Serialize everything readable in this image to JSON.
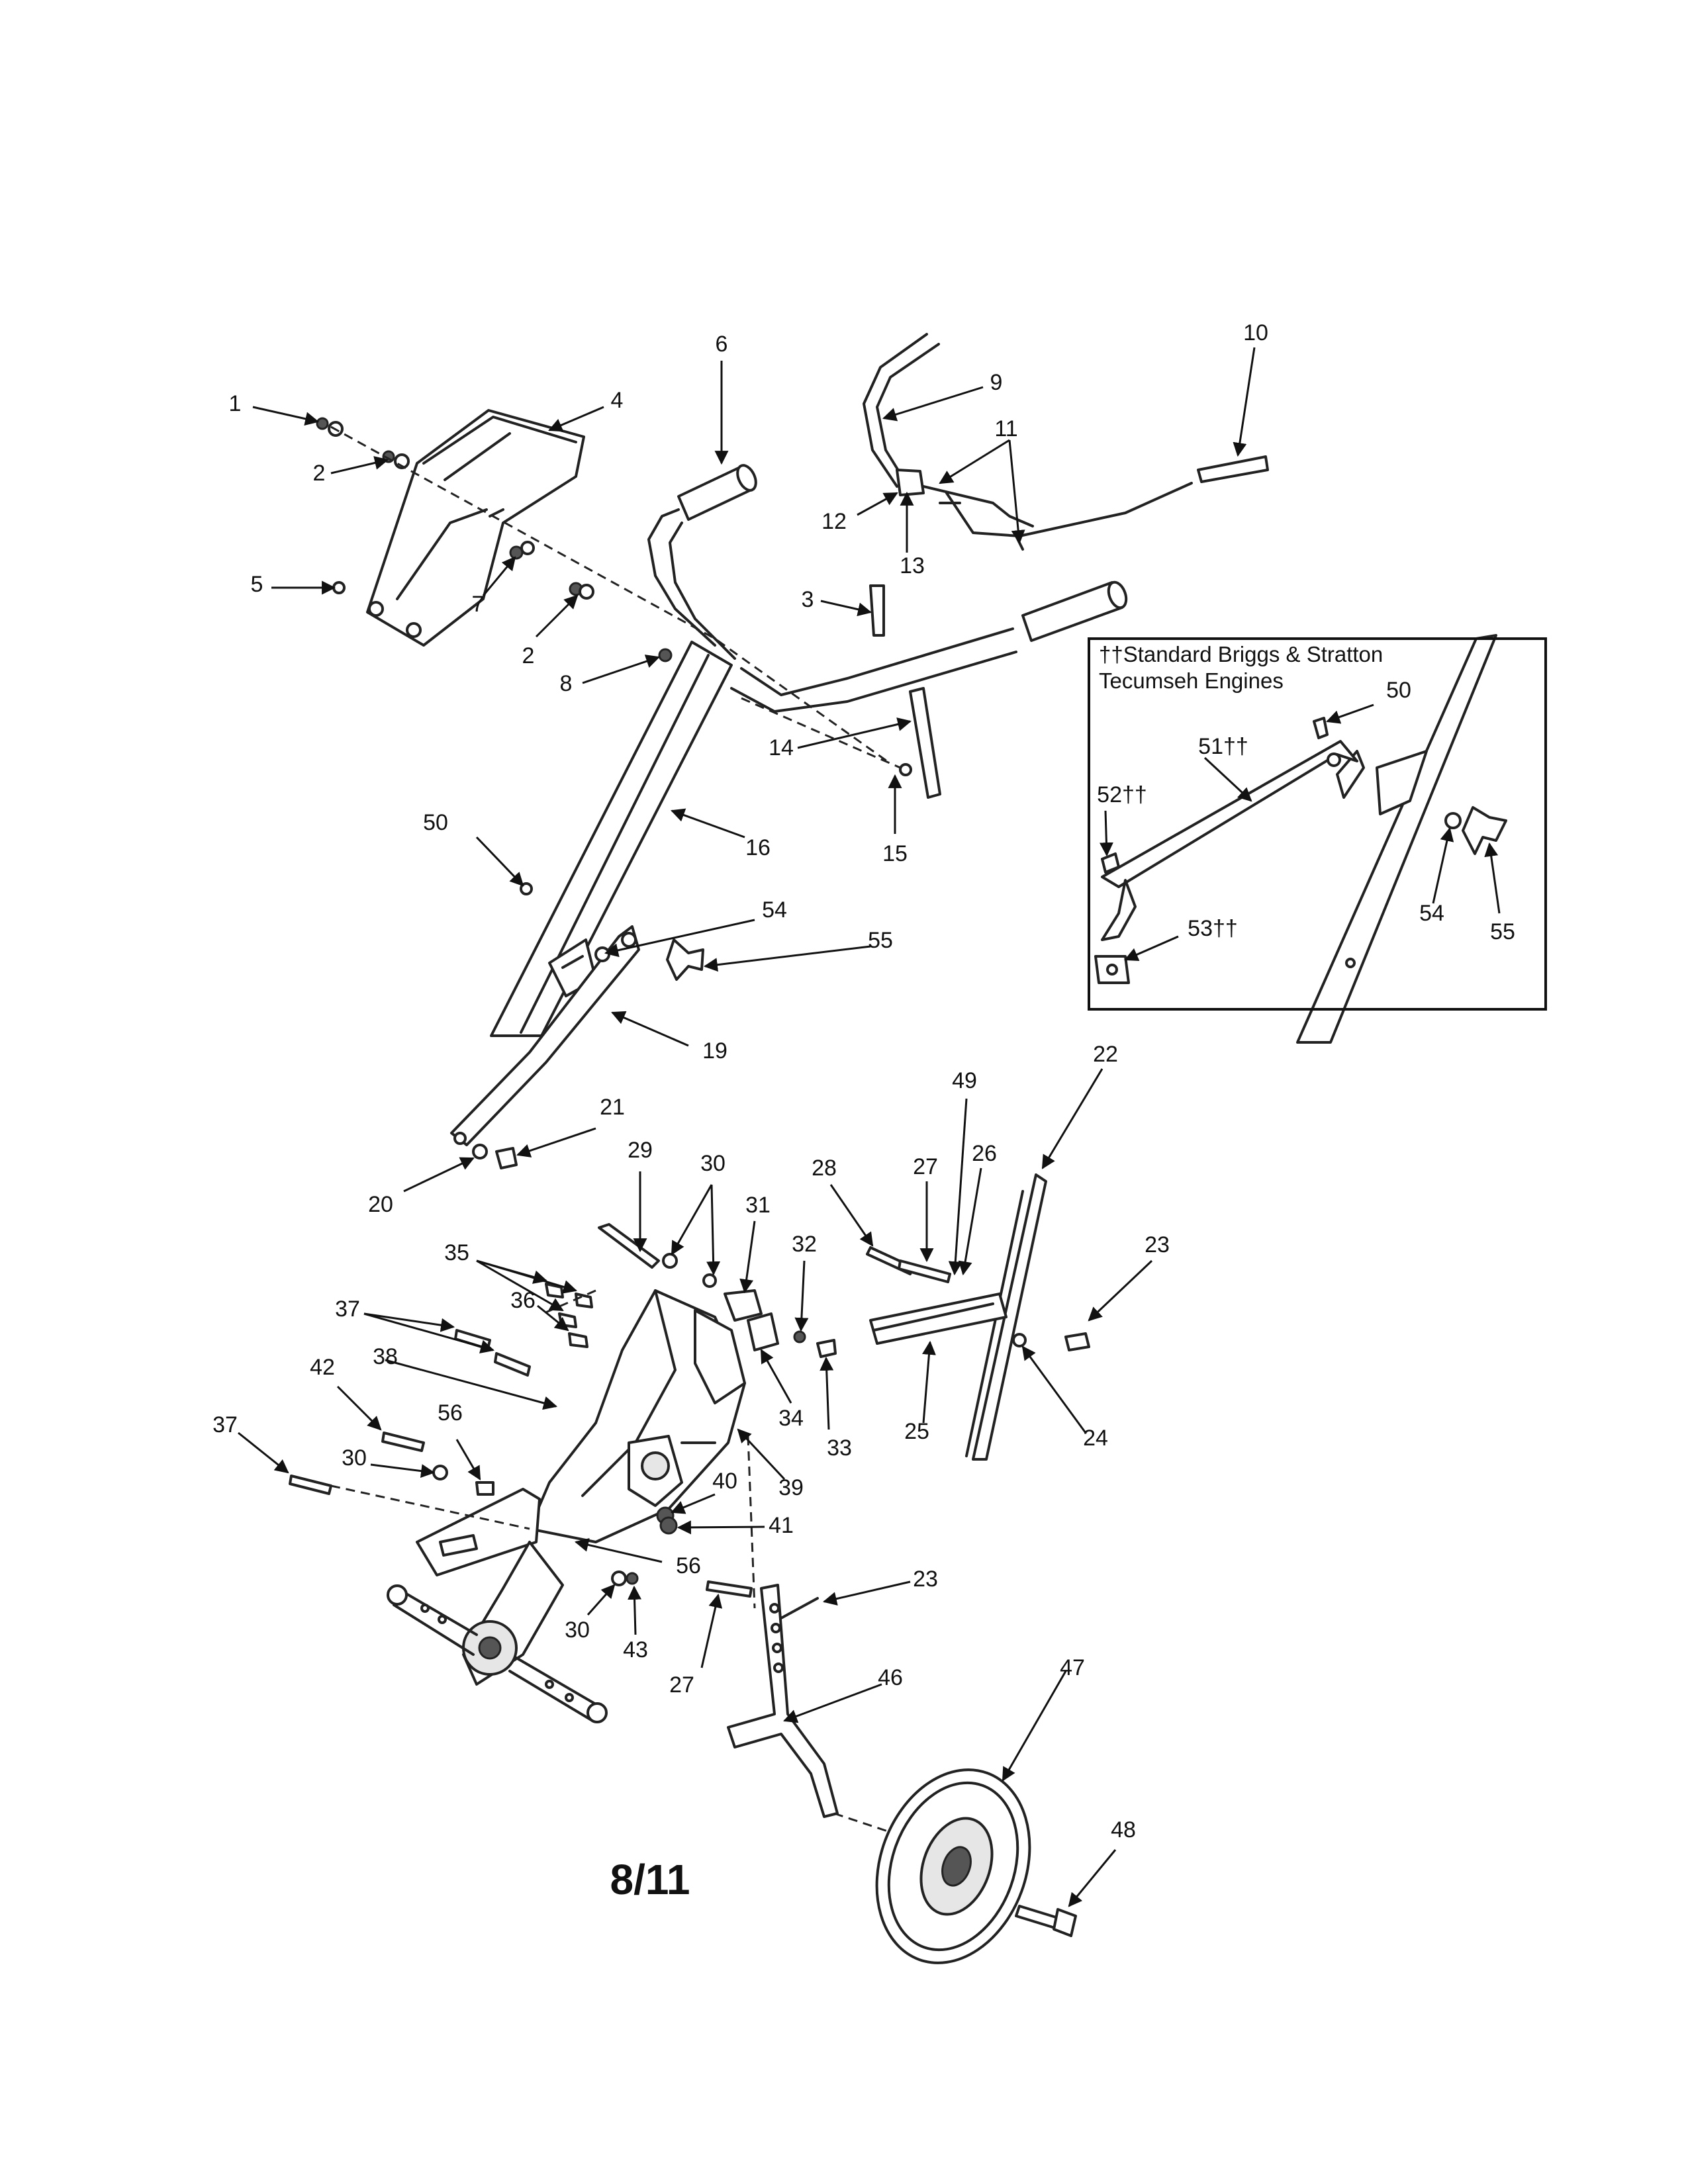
{
  "inset": {
    "title_line1": "††Standard Briggs & Stratton",
    "title_line2": "Tecumseh Engines"
  },
  "page_number": "8/11",
  "callouts": [
    "1",
    "2",
    "4",
    "5",
    "7",
    "2",
    "8",
    "6",
    "9",
    "12",
    "13",
    "11",
    "10",
    "3",
    "14",
    "15",
    "16",
    "50",
    "54",
    "55",
    "19",
    "21",
    "20",
    "22",
    "49",
    "27",
    "26",
    "28",
    "23",
    "25",
    "24",
    "29",
    "30",
    "31",
    "32",
    "33",
    "34",
    "35",
    "36",
    "37",
    "38",
    "42",
    "56",
    "30",
    "37",
    "39",
    "40",
    "41",
    "56",
    "30",
    "43",
    "27",
    "23",
    "46",
    "47",
    "48",
    "50",
    "51††",
    "52††",
    "53††",
    "54",
    "55"
  ]
}
